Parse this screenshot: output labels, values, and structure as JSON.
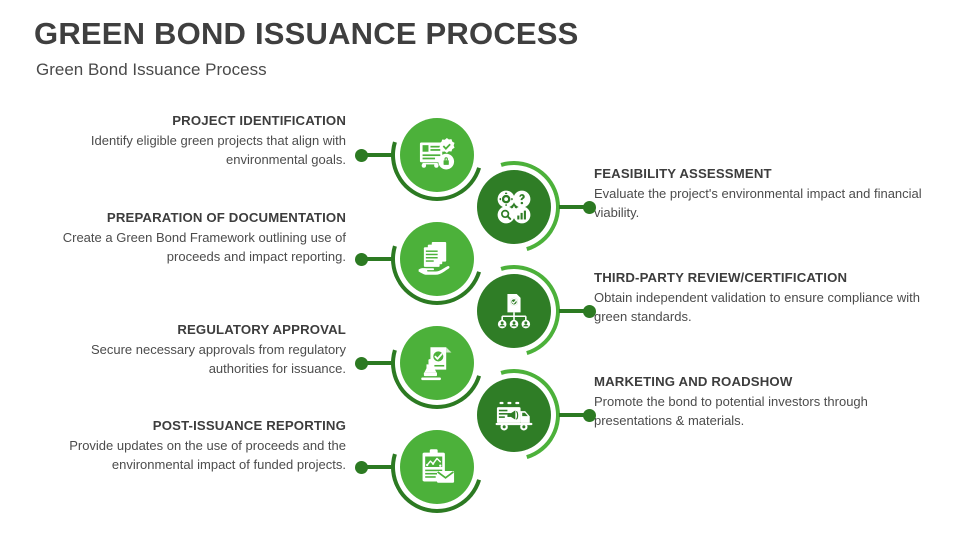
{
  "header": {
    "title": "GREEN BOND ISSUANCE PROCESS",
    "subtitle": "Green Bond Issuance Process"
  },
  "colors": {
    "bright_green": "#4cb13a",
    "dark_green": "#2f7d26",
    "ring_dark": "#2c7a22",
    "heading_text": "#3d3d3d",
    "body_text": "#4c4c4c",
    "background": "#ffffff"
  },
  "steps": [
    {
      "id": "project-identification",
      "side": "left",
      "heading": "PROJECT IDENTIFICATION",
      "body": "Identify eligible green projects that align with environmental goals.",
      "icon": "certificate-document-check-lock-icon"
    },
    {
      "id": "feasibility-assessment",
      "side": "right",
      "heading": "FEASIBILITY ASSESSMENT",
      "body": "Evaluate the project's environmental impact and financial viability.",
      "icon": "gear-question-search-chart-icon"
    },
    {
      "id": "preparation-of-documentation",
      "side": "left",
      "heading": "PREPARATION OF DOCUMENTATION",
      "body": "Create a Green Bond Framework outlining use of proceeds and impact reporting.",
      "icon": "documents-on-hand-icon"
    },
    {
      "id": "third-party-review-certification",
      "side": "right",
      "heading": "THIRD-PARTY REVIEW/CERTIFICATION",
      "body": "Obtain independent validation to ensure compliance with green standards.",
      "icon": "certificate-org-chart-people-icon"
    },
    {
      "id": "regulatory-approval",
      "side": "left",
      "heading": "REGULATORY APPROVAL",
      "body": "Secure necessary approvals from regulatory authorities for issuance.",
      "icon": "approval-stamp-document-icon"
    },
    {
      "id": "marketing-and-roadshow",
      "side": "right",
      "heading": "MARKETING AND ROADSHOW",
      "body": "Promote the bond to potential investors through presentations & materials.",
      "icon": "megaphone-truck-icon"
    },
    {
      "id": "post-issuance-reporting",
      "side": "left",
      "heading": "POST-ISSUANCE REPORTING",
      "body": "Provide updates on the use of proceeds and the environmental impact of funded projects.",
      "icon": "clipboard-chart-envelope-icon"
    }
  ]
}
